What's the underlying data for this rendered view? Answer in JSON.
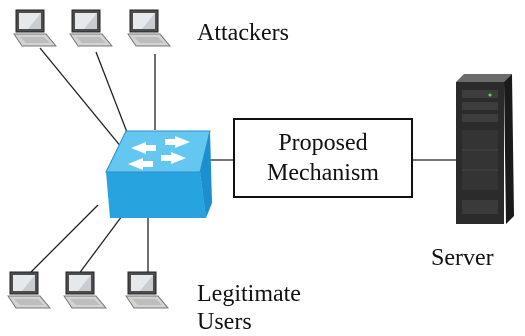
{
  "labels": {
    "attackers": "Attackers",
    "legitimate_line1": "Legitimate",
    "legitimate_line2": "Users",
    "server": "Server"
  },
  "mechanism_box": {
    "line1": "Proposed",
    "line2": "Mechanism"
  },
  "icons": {
    "attacker_computers": [
      "laptop-icon",
      "laptop-icon",
      "laptop-icon"
    ],
    "legitimate_computers": [
      "laptop-icon",
      "laptop-icon",
      "laptop-icon"
    ],
    "switch": "network-switch-icon",
    "server": "server-tower-icon"
  },
  "colors": {
    "switch_top": "#63c7f0",
    "switch_side": "#1c8fd0",
    "switch_front": "#27a3e0",
    "server_body": "#2b2b2b",
    "line": "#222222"
  }
}
